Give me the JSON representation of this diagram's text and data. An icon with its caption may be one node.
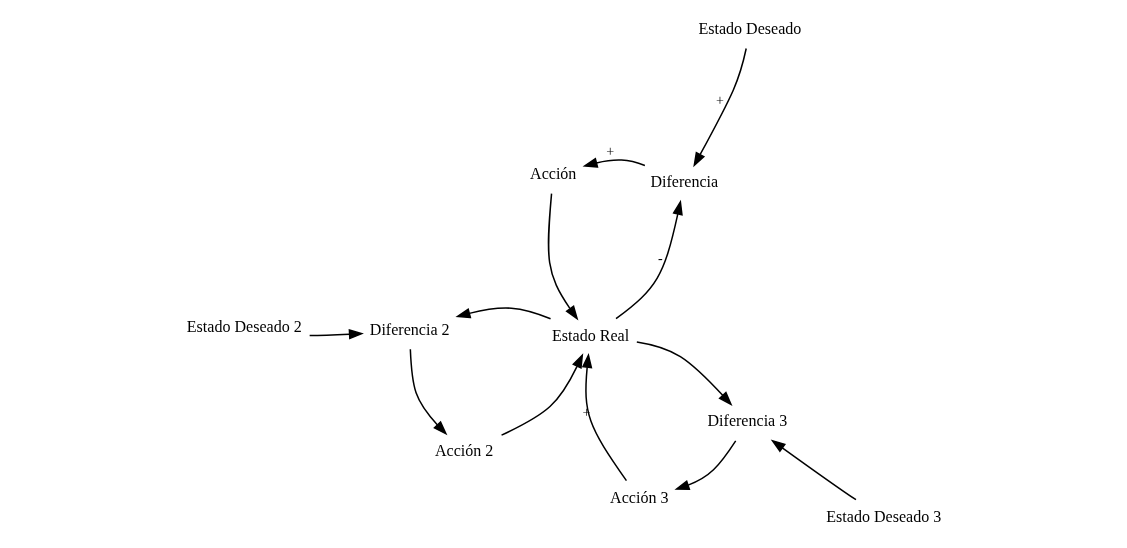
{
  "diagram": {
    "nodes": [
      {
        "text": [
          "Estado Deseado"
        ]
      },
      {
        "text": [
          "Diferencia"
        ]
      },
      {
        "text": [
          "Diferencia 2"
        ]
      },
      {
        "text": [
          "Estado Deseado 2"
        ]
      },
      {
        "text": [
          "Acción"
        ]
      },
      {
        "text": [
          "Estado Real"
        ]
      },
      {
        "text": [
          "Acción 2"
        ]
      },
      {
        "text": [
          "Estado Deseado 3"
        ]
      },
      {
        "text": [
          "Acción 3"
        ]
      },
      {
        "text": [
          "Diferencia 3"
        ]
      }
    ],
    "edges": [
      {
        "from": 0,
        "to": 1,
        "arrow": "to",
        "label": "+"
      },
      {
        "from": 5,
        "to": 1,
        "arrow": "to",
        "label": "-"
      },
      {
        "from": 1,
        "to": 4,
        "arrow": "to",
        "label": "+"
      },
      {
        "from": 4,
        "to": 5,
        "arrow": "to"
      },
      {
        "from": 5,
        "to": 2,
        "arrow": "to"
      },
      {
        "from": 3,
        "to": 2,
        "arrow": "to"
      },
      {
        "from": 2,
        "to": 6,
        "arrow": "to"
      },
      {
        "from": 6,
        "to": 5,
        "arrow": "to"
      },
      {
        "from": 5,
        "to": 9,
        "arrow": "to"
      },
      {
        "from": 7,
        "to": 9,
        "arrow": "to"
      },
      {
        "from": 9,
        "to": 8,
        "arrow": "to"
      },
      {
        "from": 8,
        "to": 5,
        "arrow": "to",
        "label": "+"
      }
    ]
  }
}
